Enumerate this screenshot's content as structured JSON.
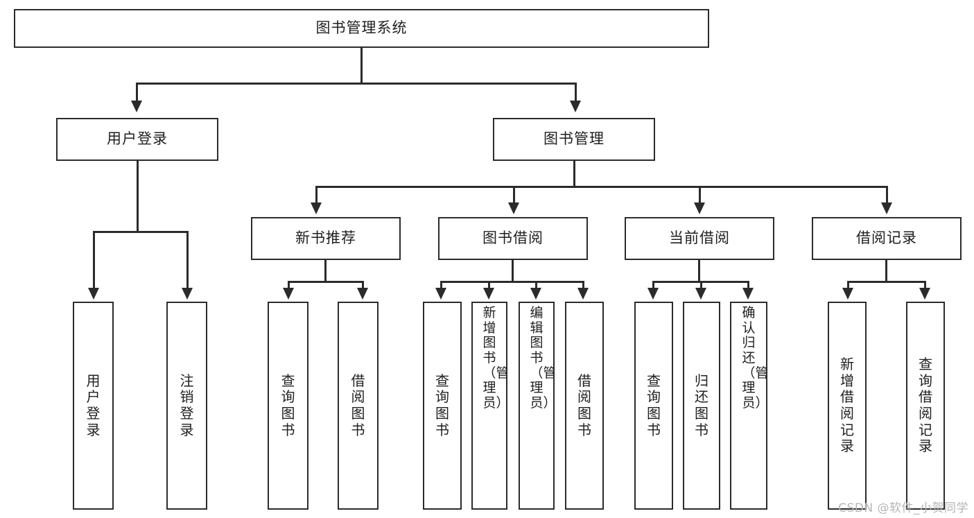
{
  "diagram": {
    "title": "图书管理系统",
    "type": "tree",
    "watermark": "CSDN @软件_小贺同学",
    "colors": {
      "border": "#2b2b2b",
      "background": "#ffffff",
      "text": "#1f1f1f",
      "watermark": "#b5b5b5"
    },
    "root": {
      "label": "图书管理系统"
    },
    "level2": [
      {
        "label": "用户登录"
      },
      {
        "label": "图书管理"
      }
    ],
    "level3": [
      {
        "label": "新书推荐"
      },
      {
        "label": "图书借阅"
      },
      {
        "label": "当前借阅"
      },
      {
        "label": "借阅记录"
      }
    ],
    "leaves": {
      "user_login": [
        {
          "label": "用户登录"
        },
        {
          "label": "注销登录"
        }
      ],
      "new_book": [
        {
          "label": "查询图书"
        },
        {
          "label": "借阅图书"
        }
      ],
      "book_borrow": [
        {
          "label": "查询图书"
        },
        {
          "label": "新增图书（管理员）"
        },
        {
          "label": "编辑图书（管理员）"
        },
        {
          "label": "借阅图书"
        }
      ],
      "current_borrow": [
        {
          "label": "查询图书"
        },
        {
          "label": "归还图书"
        },
        {
          "label": "确认归还（管理员）"
        }
      ],
      "borrow_record": [
        {
          "label": "新增借阅记录"
        },
        {
          "label": "查询借阅记录"
        }
      ]
    }
  }
}
